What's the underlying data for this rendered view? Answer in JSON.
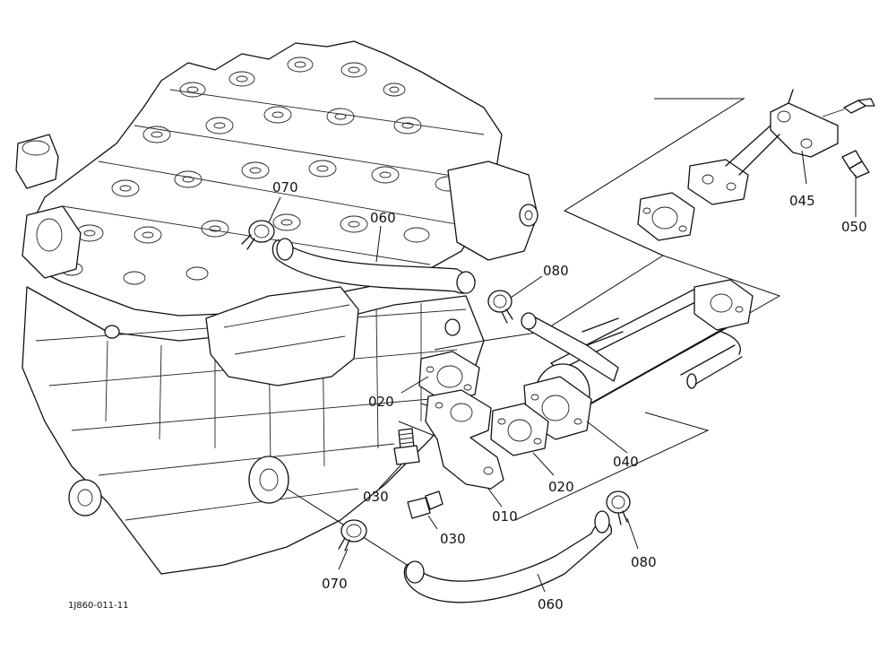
{
  "diagram": {
    "drawing_code": "1J860-011-11",
    "callouts": {
      "p070_top": "070",
      "p060_top": "060",
      "p080_top": "080",
      "p045": "045",
      "p050": "050",
      "p020_left": "020",
      "p040": "040",
      "p020_right": "020",
      "p030_top": "030",
      "p010": "010",
      "p030_bottom": "030",
      "p080_bottom": "080",
      "p070_bottom": "070",
      "p060_bottom": "060"
    }
  }
}
